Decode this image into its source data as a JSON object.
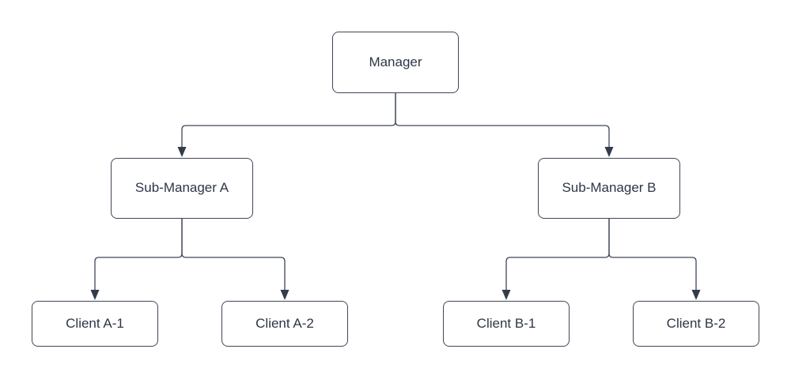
{
  "diagram": {
    "type": "org-chart-tree",
    "nodes": [
      {
        "id": "manager",
        "label": "Manager",
        "level": 0
      },
      {
        "id": "sub-manager-a",
        "label": "Sub-Manager A",
        "level": 1
      },
      {
        "id": "sub-manager-b",
        "label": "Sub-Manager B",
        "level": 1
      },
      {
        "id": "client-a1",
        "label": "Client A-1",
        "level": 2
      },
      {
        "id": "client-a2",
        "label": "Client A-2",
        "level": 2
      },
      {
        "id": "client-b1",
        "label": "Client B-1",
        "level": 2
      },
      {
        "id": "client-b2",
        "label": "Client B-2",
        "level": 2
      }
    ],
    "edges": [
      {
        "from": "manager",
        "to": "sub-manager-a",
        "arrow": "filled-triangle"
      },
      {
        "from": "manager",
        "to": "sub-manager-b",
        "arrow": "filled-triangle"
      },
      {
        "from": "sub-manager-a",
        "to": "client-a1",
        "arrow": "filled-triangle"
      },
      {
        "from": "sub-manager-a",
        "to": "client-a2",
        "arrow": "filled-triangle"
      },
      {
        "from": "sub-manager-b",
        "to": "client-b1",
        "arrow": "filled-triangle"
      },
      {
        "from": "sub-manager-b",
        "to": "client-b2",
        "arrow": "filled-triangle"
      }
    ],
    "colors": {
      "background": "#ffffff",
      "node_fill": "#ffffff",
      "node_border": "#3e4756",
      "text": "#2d3646",
      "connector": "#3f4857",
      "arrowhead": "#323c4b"
    }
  }
}
